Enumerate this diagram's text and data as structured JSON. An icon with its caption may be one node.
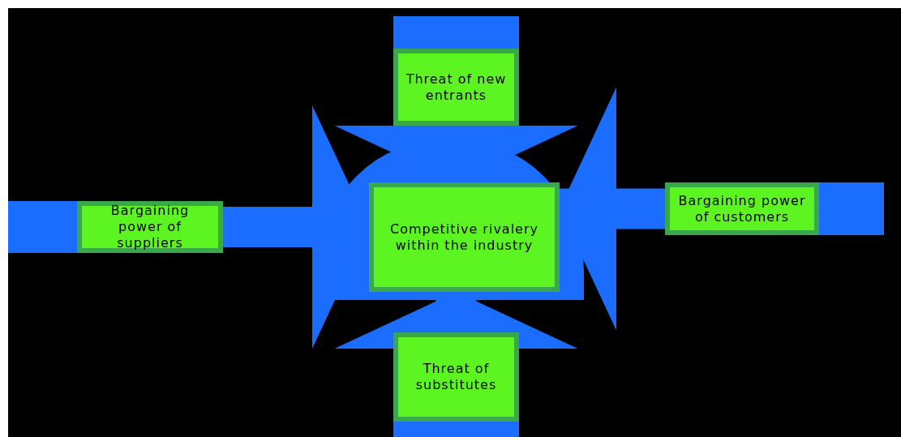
{
  "diagram": {
    "nodes": [
      {
        "text": [
          "Threat of new entrants"
        ]
      },
      {
        "text": [
          "Bargaining power of suppliers"
        ]
      },
      {
        "text": [
          "Competitive rivalery within the industry"
        ]
      },
      {
        "text": [
          "Bargaining power of customers"
        ]
      },
      {
        "text": [
          "Threat of substitutes"
        ]
      }
    ],
    "edges": [
      {
        "from": 0,
        "to": 2,
        "arrow": "to"
      },
      {
        "from": 1,
        "to": 2,
        "arrow": "to"
      },
      {
        "from": 3,
        "to": 2,
        "arrow": "to"
      },
      {
        "from": 4,
        "to": 2,
        "arrow": "to"
      }
    ]
  }
}
